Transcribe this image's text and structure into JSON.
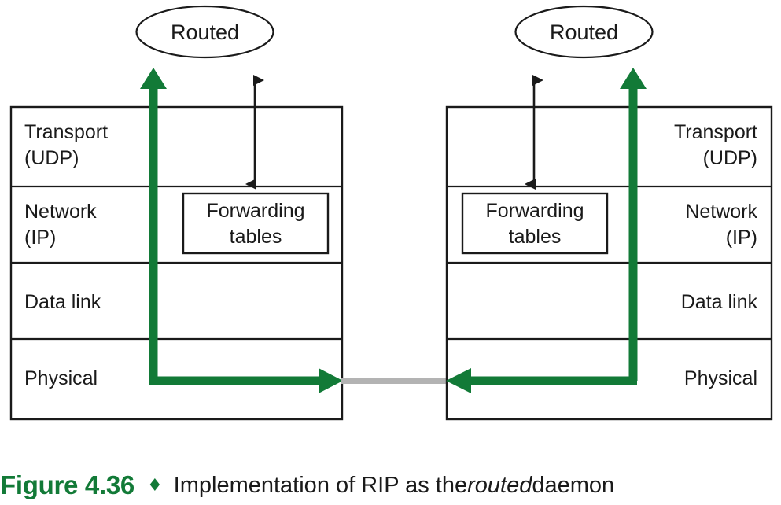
{
  "figure": {
    "number_label": "Figure 4.36",
    "diamond": "♦",
    "caption_before": "Implementation of RIP as the ",
    "caption_italic": "routed",
    "caption_after": " daemon",
    "accent_green": "#127a37",
    "line_black": "#1a1a1a",
    "link_gray": "#b3b3b3"
  },
  "hosts": [
    {
      "side": "left",
      "daemon_label": "Routed",
      "table_box_label_line1": "Forwarding",
      "table_box_label_line2": "tables",
      "layers": [
        {
          "line1": "Transport",
          "line2": "(UDP)"
        },
        {
          "line1": "Network",
          "line2": "(IP)"
        },
        {
          "line1": "Data link",
          "line2": ""
        },
        {
          "line1": "Physical",
          "line2": ""
        }
      ]
    },
    {
      "side": "right",
      "daemon_label": "Routed",
      "table_box_label_line1": "Forwarding",
      "table_box_label_line2": "tables",
      "layers": [
        {
          "line1": "Transport",
          "line2": "(UDP)"
        },
        {
          "line1": "Network",
          "line2": "(IP)"
        },
        {
          "line1": "Data link",
          "line2": ""
        },
        {
          "line1": "Physical",
          "line2": ""
        }
      ]
    }
  ]
}
